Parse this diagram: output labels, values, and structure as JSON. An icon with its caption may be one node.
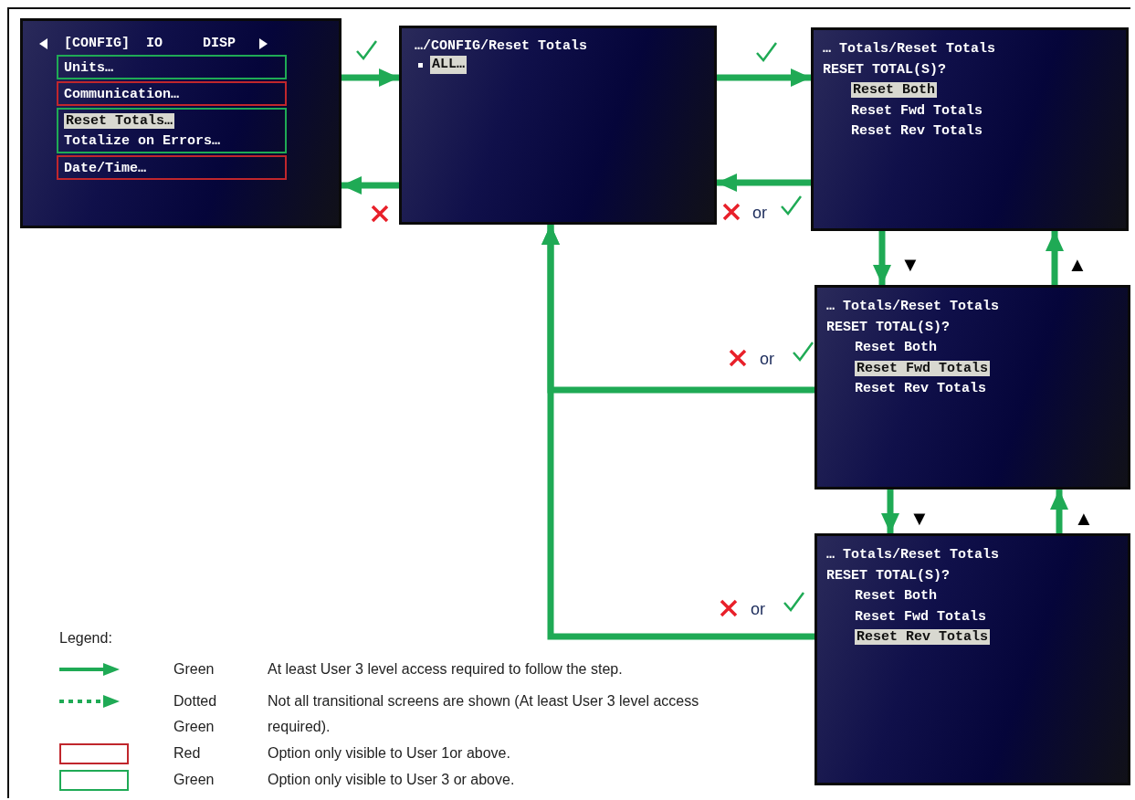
{
  "diagram": {
    "nodes": [
      {
        "text": [
          "[CONFIG]",
          "IO",
          "DISP"
        ]
      },
      {
        "text": [
          "Units…"
        ],
        "in": 0
      },
      {
        "text": [
          "Communication…"
        ],
        "in": 0
      },
      {
        "text": [
          "Reset Totals…",
          "Totalize on Errors…"
        ],
        "in": 0
      },
      {
        "text": [
          "Date/Time…"
        ],
        "in": 0
      },
      {
        "text": [
          "…/CONFIG/Reset Totals",
          "ALL…"
        ]
      },
      {
        "text": [
          "… Totals/Reset Totals",
          "RESET TOTAL(S)?",
          "Reset Both",
          "Reset Fwd Totals",
          "Reset Rev Totals"
        ]
      },
      {
        "text": [
          "… Totals/Reset Totals",
          "RESET TOTAL(S)?",
          "Reset Both",
          "Reset Fwd Totals",
          "Reset Rev Totals"
        ]
      },
      {
        "text": [
          "… Totals/Reset Totals",
          "RESET TOTAL(S)?",
          "Reset Both",
          "Reset Fwd Totals",
          "Reset Rev Totals"
        ]
      }
    ],
    "edges": [
      {
        "from": 3,
        "to": 5,
        "arrow": "to"
      },
      {
        "from": 5,
        "to": 0,
        "arrow": "to"
      },
      {
        "from": 5,
        "to": 6,
        "arrow": "to"
      },
      {
        "from": 6,
        "to": 5,
        "arrow": "to",
        "label": "or"
      },
      {
        "from": 6,
        "to": 7,
        "arrow": "to",
        "label": "▼"
      },
      {
        "from": 7,
        "to": 6,
        "arrow": "to",
        "label": "▲"
      },
      {
        "from": 7,
        "to": 5,
        "arrow": "to",
        "label": "or"
      },
      {
        "from": 7,
        "to": 8,
        "arrow": "to",
        "label": "▼"
      },
      {
        "from": 8,
        "to": 7,
        "arrow": "to",
        "label": "▲"
      },
      {
        "from": 8,
        "to": 5,
        "arrow": "to",
        "label": "or"
      }
    ],
    "labels": [
      "Legend:",
      "Green",
      "Dotted Green",
      "Red",
      "Green"
    ],
    "legend": [
      {
        "text": "At least User 3 level access required to follow the step."
      },
      {
        "text": "Not all transitional screens are shown (At least User 3 level access required)."
      },
      {
        "text": "Option only visible to User 1or above."
      },
      {
        "text": "Option only visible to User 3 or above."
      }
    ]
  }
}
